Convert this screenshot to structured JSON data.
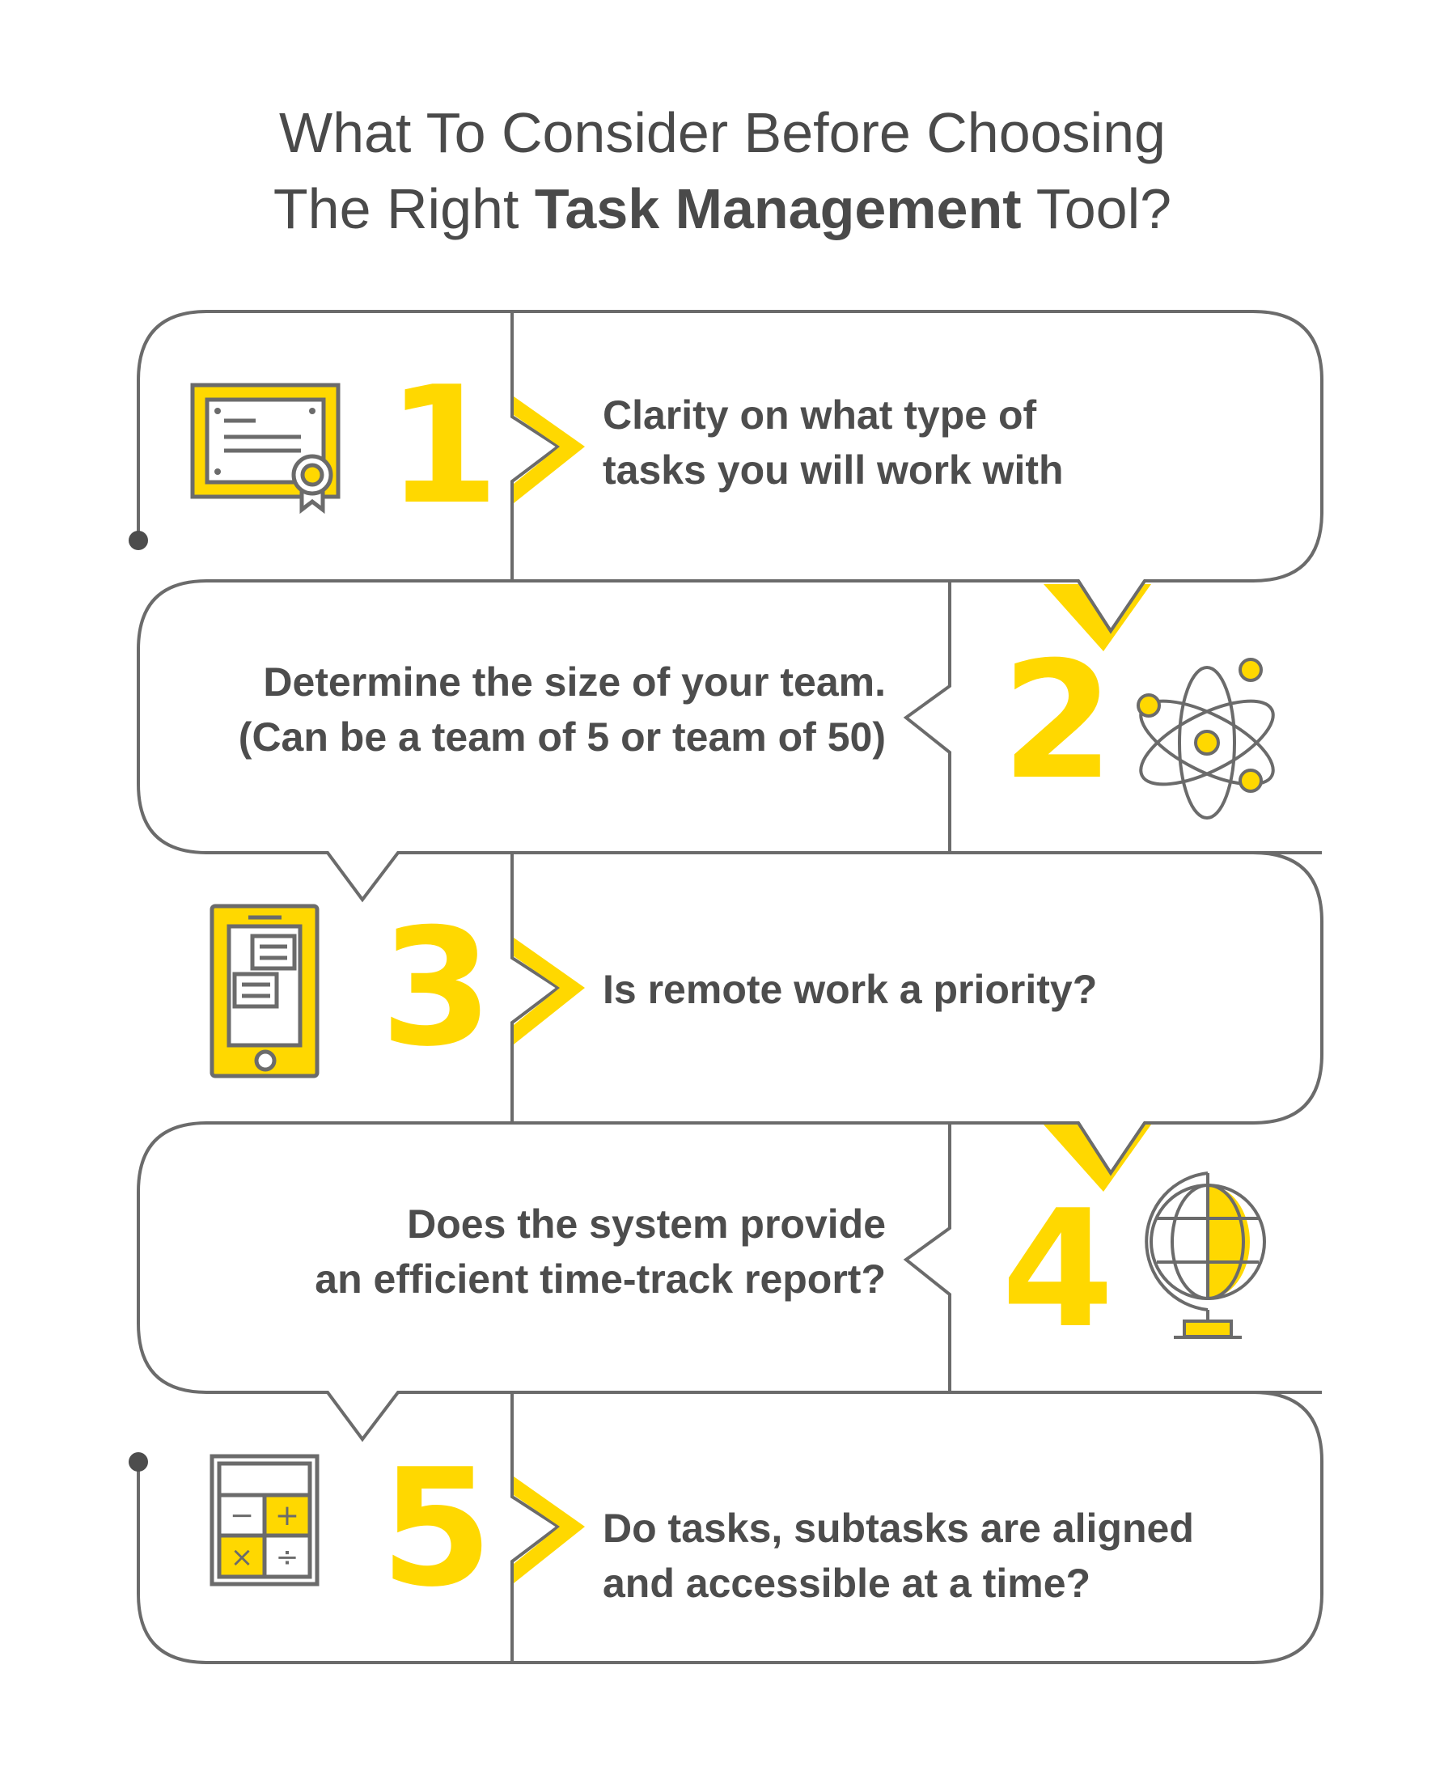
{
  "title": {
    "line1": "What To Consider Before Choosing",
    "line2_prefix": "The Right ",
    "line2_bold": "Task Management",
    "line2_suffix": " Tool?"
  },
  "colors": {
    "accent": "#ffd800",
    "stroke": "#6b6b6b",
    "text": "#4d4d4d",
    "background": "#ffffff"
  },
  "items": [
    {
      "number": "1",
      "icon": "certificate-icon",
      "lines": [
        "Clarity on what type of",
        "tasks you will work with"
      ]
    },
    {
      "number": "2",
      "icon": "atom-icon",
      "lines": [
        "Determine the size of your team.",
        "(Can be a team of 5 or team of 50)"
      ]
    },
    {
      "number": "3",
      "icon": "smartphone-icon",
      "lines": [
        "Is remote work a priority?"
      ]
    },
    {
      "number": "4",
      "icon": "globe-icon",
      "lines": [
        "Does the system provide",
        "an efficient time-track report?"
      ]
    },
    {
      "number": "5",
      "icon": "calculator-icon",
      "lines": [
        "Do tasks, subtasks are aligned",
        "and accessible at a time?"
      ]
    }
  ],
  "calculator_keys": {
    "minus": "−",
    "plus": "+",
    "times": "×",
    "divide": "÷"
  }
}
